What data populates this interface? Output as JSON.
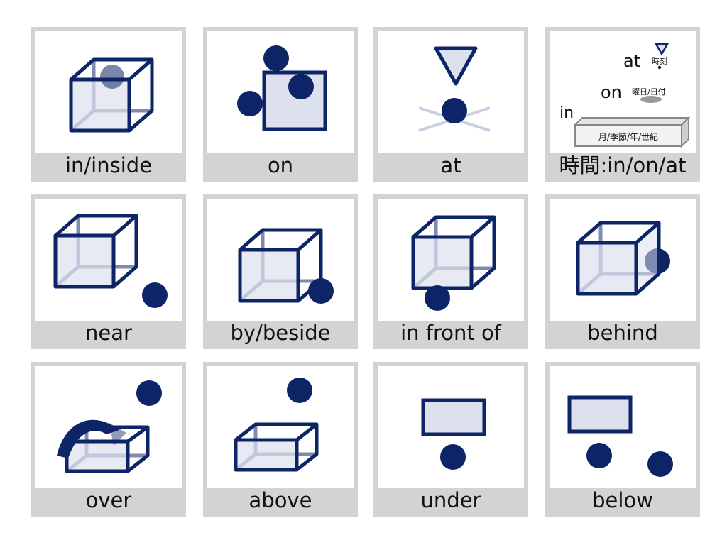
{
  "colors": {
    "shape": "#0d2466",
    "fill": "#dde1ee",
    "frame": "#d3d3d3",
    "cross": "#c9cfe0",
    "dim": "#7f8cb2"
  },
  "cards": [
    {
      "label": "in/inside"
    },
    {
      "label": "on"
    },
    {
      "label": "at"
    },
    {
      "label": "時間:in/on/at"
    },
    {
      "label": "near"
    },
    {
      "label": "by/beside"
    },
    {
      "label": "in front of"
    },
    {
      "label": "behind"
    },
    {
      "label": "over"
    },
    {
      "label": "above"
    },
    {
      "label": "under"
    },
    {
      "label": "below"
    }
  ],
  "time_card": {
    "at": "at",
    "at_note": "時刻",
    "on": "on",
    "on_note": "曜日/日付",
    "in": "in",
    "in_note": "月/季節/年/世紀"
  }
}
